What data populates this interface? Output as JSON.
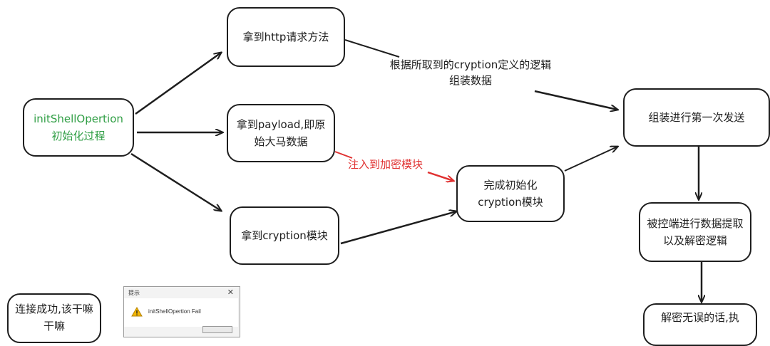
{
  "nodes": {
    "init": "initShellOpertion初始化过程",
    "http": "拿到http请求方法",
    "payload": "拿到payload,即原始大马数据",
    "cryption_get": "拿到cryption模块",
    "cryption_init": "完成初始化cryption模块",
    "send": "组装进行第一次发送",
    "controlled": "被控端进行数据提取以及解密逻辑",
    "decrypt_ok": "解密无误的话,执",
    "connect_ok": "连接成功,该干嘛干嘛"
  },
  "labels": {
    "assemble_logic": "根据所取到的cryption定义的逻辑组装数据",
    "inject": "注入到加密模块"
  },
  "dialog": {
    "title": "提示",
    "message": "initShellOpertion Fail",
    "close_icon": "close-icon",
    "warning_icon": "warning-icon"
  },
  "colors": {
    "init_text": "#2f9e44",
    "inject_text": "#e03131",
    "stroke": "#1e1e1e"
  }
}
